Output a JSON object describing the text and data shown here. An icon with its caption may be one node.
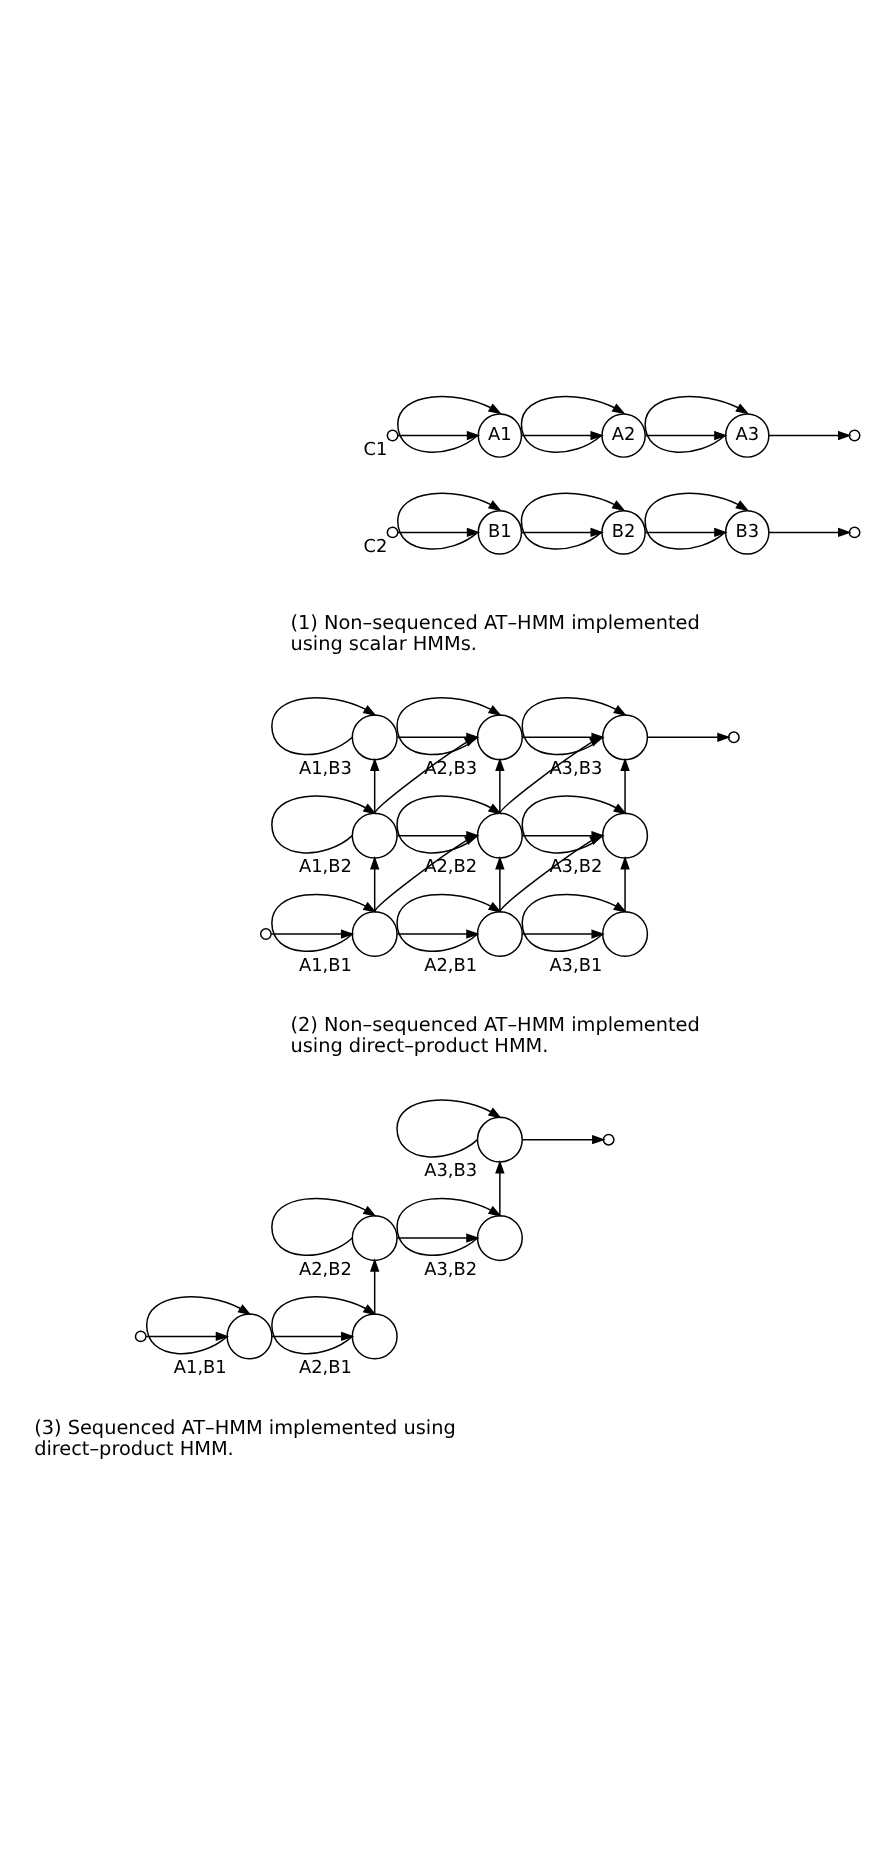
{
  "diagram": {
    "nodes": [
      {
        "text": [],
        "shape": "circle",
        "beside": [
          "C1"
        ]
      },
      {
        "text": [
          "A1"
        ]
      },
      {
        "text": [
          "A2"
        ]
      },
      {
        "text": [
          "A3"
        ]
      },
      {
        "text": [],
        "shape": "circle"
      },
      {
        "text": [],
        "shape": "circle",
        "beside": [
          "C2"
        ]
      },
      {
        "text": [
          "B1"
        ]
      },
      {
        "text": [
          "B2"
        ]
      },
      {
        "text": [
          "B3"
        ]
      },
      {
        "text": [],
        "shape": "circle"
      },
      {
        "text": [],
        "shape": "circle",
        "beside": [
          "A1,B3"
        ]
      },
      {
        "text": [],
        "shape": "circle",
        "beside": [
          "A2,B3"
        ]
      },
      {
        "text": [],
        "shape": "circle",
        "beside": [
          "A3,B3"
        ]
      },
      {
        "text": [],
        "shape": "circle"
      },
      {
        "text": [],
        "shape": "circle",
        "beside": [
          "A1,B2"
        ]
      },
      {
        "text": [],
        "shape": "circle",
        "beside": [
          "A2,B2"
        ]
      },
      {
        "text": [],
        "shape": "circle",
        "beside": [
          "A3,B2"
        ]
      },
      {
        "text": [],
        "shape": "circle"
      },
      {
        "text": [],
        "shape": "circle",
        "beside": [
          "A1,B1"
        ]
      },
      {
        "text": [],
        "shape": "circle",
        "beside": [
          "A2,B1"
        ]
      },
      {
        "text": [],
        "shape": "circle",
        "beside": [
          "A3,B1"
        ]
      },
      {
        "text": [],
        "shape": "circle",
        "beside": [
          "A3,B3"
        ]
      },
      {
        "text": [],
        "shape": "circle"
      },
      {
        "text": [],
        "shape": "circle",
        "beside": [
          "A2,B2"
        ]
      },
      {
        "text": [],
        "shape": "circle",
        "beside": [
          "A3,B2"
        ]
      },
      {
        "text": [],
        "shape": "circle"
      },
      {
        "text": [],
        "shape": "circle",
        "beside": [
          "A1,B1"
        ]
      },
      {
        "text": [],
        "shape": "circle",
        "beside": [
          "A2,B1"
        ]
      }
    ],
    "edges": [
      {
        "from": 0,
        "to": 1,
        "arrow": "to"
      },
      {
        "from": 1,
        "to": 1,
        "arrow": "to"
      },
      {
        "from": 1,
        "to": 2,
        "arrow": "to"
      },
      {
        "from": 2,
        "to": 2,
        "arrow": "to"
      },
      {
        "from": 2,
        "to": 3,
        "arrow": "to"
      },
      {
        "from": 3,
        "to": 3,
        "arrow": "to"
      },
      {
        "from": 3,
        "to": 4,
        "arrow": "to"
      },
      {
        "from": 5,
        "to": 6,
        "arrow": "to"
      },
      {
        "from": 6,
        "to": 6,
        "arrow": "to"
      },
      {
        "from": 6,
        "to": 7,
        "arrow": "to"
      },
      {
        "from": 7,
        "to": 7,
        "arrow": "to"
      },
      {
        "from": 7,
        "to": 8,
        "arrow": "to"
      },
      {
        "from": 8,
        "to": 8,
        "arrow": "to"
      },
      {
        "from": 8,
        "to": 9,
        "arrow": "to"
      },
      {
        "from": 10,
        "to": 10,
        "arrow": "to"
      },
      {
        "from": 11,
        "to": 11,
        "arrow": "to"
      },
      {
        "from": 12,
        "to": 12,
        "arrow": "to"
      },
      {
        "from": 14,
        "to": 14,
        "arrow": "to"
      },
      {
        "from": 15,
        "to": 15,
        "arrow": "to"
      },
      {
        "from": 16,
        "to": 16,
        "arrow": "to"
      },
      {
        "from": 18,
        "to": 18,
        "arrow": "to"
      },
      {
        "from": 19,
        "to": 19,
        "arrow": "to"
      },
      {
        "from": 20,
        "to": 20,
        "arrow": "to"
      },
      {
        "from": 10,
        "to": 11,
        "arrow": "to"
      },
      {
        "from": 11,
        "to": 12,
        "arrow": "to"
      },
      {
        "from": 12,
        "to": 13,
        "arrow": "to"
      },
      {
        "from": 14,
        "to": 15,
        "arrow": "to"
      },
      {
        "from": 15,
        "to": 16,
        "arrow": "to"
      },
      {
        "from": 17,
        "to": 18,
        "arrow": "to"
      },
      {
        "from": 18,
        "to": 19,
        "arrow": "to"
      },
      {
        "from": 19,
        "to": 20,
        "arrow": "to"
      },
      {
        "from": 14,
        "to": 10,
        "arrow": "to"
      },
      {
        "from": 15,
        "to": 11,
        "arrow": "to"
      },
      {
        "from": 16,
        "to": 12,
        "arrow": "to"
      },
      {
        "from": 18,
        "to": 14,
        "arrow": "to"
      },
      {
        "from": 19,
        "to": 15,
        "arrow": "to"
      },
      {
        "from": 20,
        "to": 16,
        "arrow": "to"
      },
      {
        "from": 14,
        "to": 11,
        "arrow": "to"
      },
      {
        "from": 15,
        "to": 12,
        "arrow": "to"
      },
      {
        "from": 18,
        "to": 15,
        "arrow": "to"
      },
      {
        "from": 19,
        "to": 16,
        "arrow": "to"
      },
      {
        "from": 25,
        "to": 26,
        "arrow": "to"
      },
      {
        "from": 26,
        "to": 26,
        "arrow": "to"
      },
      {
        "from": 26,
        "to": 27,
        "arrow": "to"
      },
      {
        "from": 27,
        "to": 27,
        "arrow": "to"
      },
      {
        "from": 27,
        "to": 23,
        "arrow": "to"
      },
      {
        "from": 23,
        "to": 23,
        "arrow": "to"
      },
      {
        "from": 23,
        "to": 24,
        "arrow": "to"
      },
      {
        "from": 24,
        "to": 24,
        "arrow": "to"
      },
      {
        "from": 24,
        "to": 21,
        "arrow": "to"
      },
      {
        "from": 21,
        "to": 21,
        "arrow": "to"
      },
      {
        "from": 21,
        "to": 22,
        "arrow": "to"
      }
    ],
    "labels": [
      "(1) Non–sequenced AT–HMM implemented using scalar HMMs.",
      "(2) Non–sequenced AT–HMM implemented using direct–product HMM.",
      "(3) Sequenced AT–HMM implemented using direct–product HMM."
    ]
  }
}
